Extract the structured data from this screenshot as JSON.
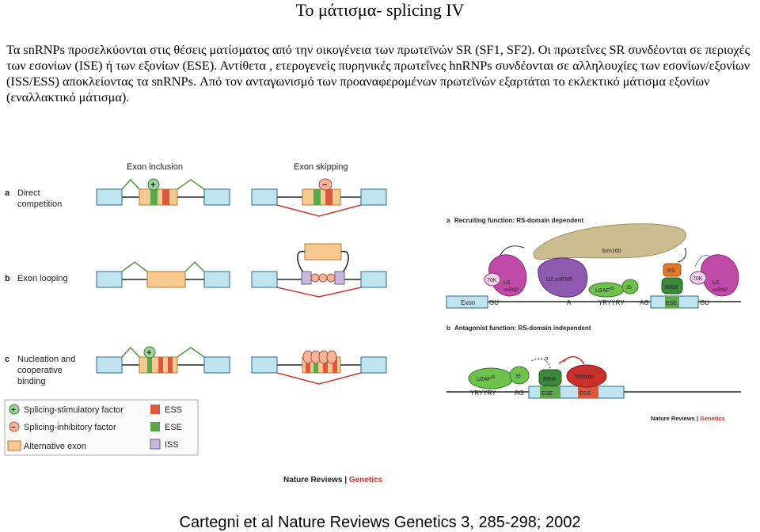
{
  "slide": {
    "title": "Το μάτισμα- splicing IV",
    "body": "Τα snRNPs προσελκύονται στις θέσεις ματίσματος από την οικογένεια των πρωτεϊνών SR (SF1, SF2). Οι πρωτεΐνες SR συνδέονται σε περιοχές των εσονίων (ISE) ή των εξονίων (ESE). Αντίθετα , ετερογενείς πυρηνικές πρωτεΐνες hnRNPs συνδέονται σε αλληλουχίες των εσονίων/εξονίων (ISS/ESS) αποκλείοντας τα snRNPs. Από τον ανταγωνισμό των προαναφερομένων πρωτεϊνών εξαρτάται το εκλεκτικό μάτισμα εξονίων (εναλλακτικό μάτισμα).",
    "citation": "Cartegni et al Nature Reviews Genetics 3, 285-298; 2002"
  },
  "left_figure": {
    "col_inclusion": "Exon inclusion",
    "col_skipping": "Exon skipping",
    "panel_a_letter": "a",
    "panel_a_line1": "Direct",
    "panel_a_line2": "competition",
    "panel_b_letter": "b",
    "panel_b_label": "Exon looping",
    "panel_c_letter": "c",
    "panel_c_line1": "Nucleation and",
    "panel_c_line2": "cooperative",
    "panel_c_line3": "binding",
    "plus": "+",
    "minus": "−",
    "legend_stimulatory": "Splicing-stimulatory factor",
    "legend_inhibitory": "Splicing-inhibitory factor",
    "legend_alt_exon": "Alternative exon",
    "legend_ess": "ESS",
    "legend_ese": "ESE",
    "legend_iss": "ISS",
    "credit_a": "Nature Reviews",
    "credit_sep": " | ",
    "credit_b": "Genetics"
  },
  "right_figure": {
    "panel_a_letter": "a",
    "panel_a_title": "Recruiting function: RS-domain dependent",
    "srm160": "Srm160",
    "k70": "70K",
    "u1": "U1",
    "snrnp": "snRNP",
    "u2_snrnp": "U2 snRNP",
    "u2af": "U2AF",
    "u2af_sup": "65",
    "u2af_35": "35",
    "rs": "RS",
    "rrm": "RRM",
    "exon": "Exon",
    "gu": "GU",
    "a": "A",
    "yryyry": "YRYYRY",
    "ag": "AG",
    "ese": "ESE",
    "panel_b_letter": "b",
    "panel_b_title": "Antagonist function: RS-domain independent",
    "question": "?",
    "inhibitor": "Inhibitor",
    "ess": "ESS",
    "credit_a": "Nature Reviews",
    "credit_sep": " | ",
    "credit_b": "Genetics"
  },
  "colors": {
    "exon_blue": "#bfe3ef",
    "alt_exon_orange": "#f7c890",
    "ese_green": "#5aa84a",
    "ess_red": "#e0553e",
    "iss_lavender": "#c7b8dc",
    "intron_green": "#4a9a3c",
    "intron_red": "#c83a2c",
    "srm160_tan": "#cbbd8e",
    "u1_magenta": "#c04aa8",
    "u2_purple": "#8e5ab0",
    "u2af_green": "#6cc24a",
    "rs_orange": "#e07a2a",
    "rrm_green": "#3a8a3a",
    "inhibitor_red": "#c8302c",
    "genetics_red": "#d0312d"
  }
}
